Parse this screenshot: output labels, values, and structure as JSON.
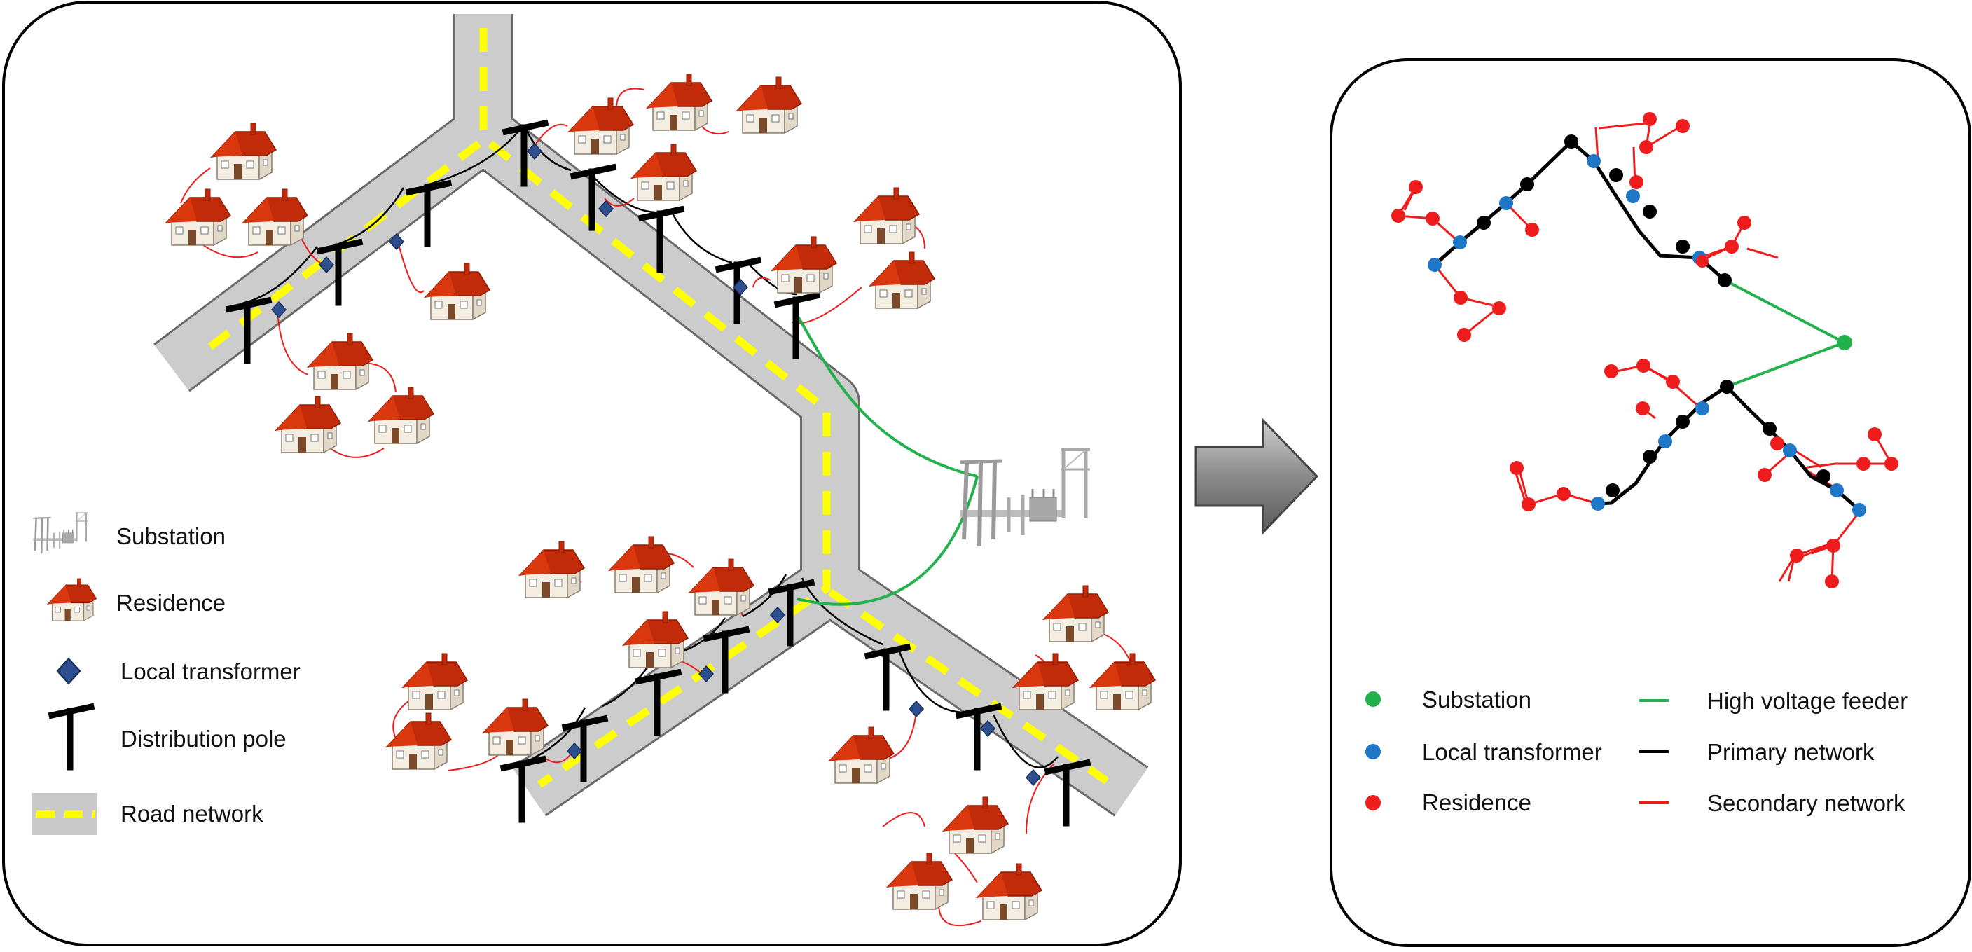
{
  "diagram": {
    "left_legend": {
      "substation": "Substation",
      "residence": "Residence",
      "transformer": "Local transformer",
      "pole": "Distribution pole",
      "road": "Road network"
    },
    "right_legend": {
      "substation": "Substation",
      "transformer": "Local transformer",
      "residence": "Residence",
      "hv_feeder": "High voltage feeder",
      "primary": "Primary network",
      "secondary": "Secondary network"
    },
    "colors": {
      "substation": "#22b14c",
      "transformer": "#1f77c8",
      "residence": "#ee1c1c",
      "primary": "#000000",
      "secondary": "#ee1c1c",
      "hv_feeder": "#22b14c",
      "road": "#c9c9c9",
      "road_line": "#ffff00",
      "house_roof": "#c22b0a",
      "house_wall": "#f4ede2",
      "transformer_symbol": "#2e4f8f"
    },
    "icons": {
      "substation": "substation-icon",
      "residence": "house-icon",
      "transformer": "diamond-icon",
      "pole": "pole-icon",
      "road": "road-icon",
      "arrow": "right-arrow-icon"
    }
  }
}
